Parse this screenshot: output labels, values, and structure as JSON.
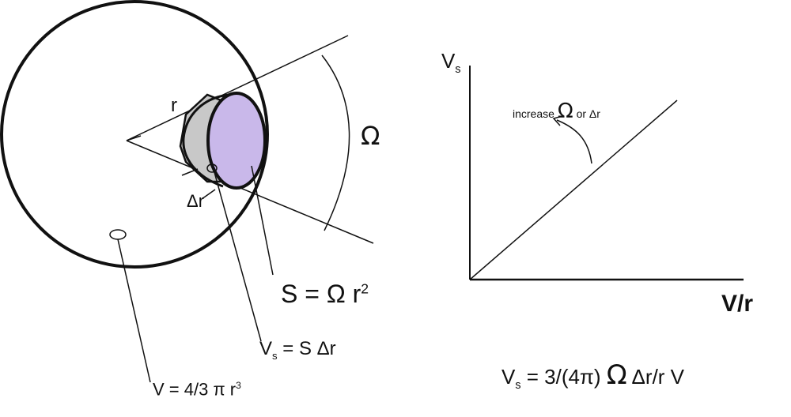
{
  "diagram": {
    "label_r": "r",
    "label_omega": "Ω",
    "label_delta_r": "Δr",
    "eq_surface": {
      "lhs": "S = Ω r",
      "exp": "2"
    },
    "eq_vs": {
      "v": "V",
      "sub": "s",
      "rhs": " = S Δr"
    },
    "eq_volume": {
      "lhs": "V = 4/3 π r",
      "exp": "3"
    }
  },
  "plot": {
    "y_axis_label": {
      "v": "V",
      "sub": "s"
    },
    "x_axis_label": "V/r",
    "annotation": {
      "text1": "increase ",
      "omega": "Ω",
      "text2": " or Δr"
    }
  },
  "formula": {
    "v": "V",
    "sub": "s",
    "part1": " = 3/(4π)  ",
    "omega": "Ω",
    "part2": "  Δr/r  V"
  },
  "colors": {
    "ink": "#111111",
    "cone_side": "#c8c8c8",
    "cone_base": "#c9b8ea"
  }
}
